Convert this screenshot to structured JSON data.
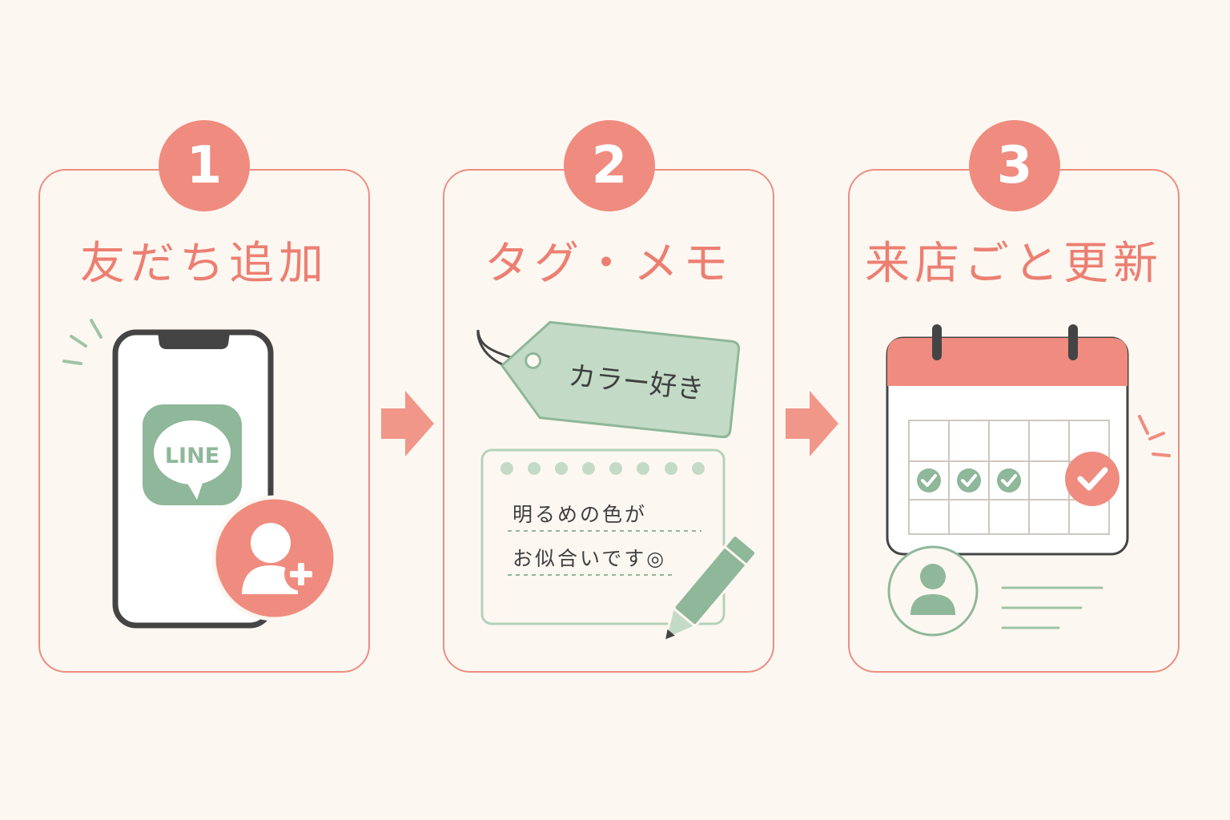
{
  "steps": [
    {
      "number": "1",
      "title": "友だち追加"
    },
    {
      "number": "2",
      "title": "タグ・メモ"
    },
    {
      "number": "3",
      "title": "来店ごと更新"
    }
  ],
  "line_logo": "LINE",
  "tag_text": "カラー好き",
  "memo_lines": [
    "明るめの色が",
    "お似合いです◎"
  ],
  "colors": {
    "accent": "#ef8c7f",
    "green": "#8fb79a",
    "green_light": "#c3dbc6",
    "background": "#fdf7f1",
    "dark": "#3f3f3f"
  },
  "icons": {
    "step1": [
      "smartphone-icon",
      "line-logo-icon",
      "add-friend-icon"
    ],
    "step2": [
      "tag-icon",
      "memo-note-icon",
      "pencil-icon"
    ],
    "step3": [
      "calendar-icon",
      "check-icon",
      "customer-profile-icon"
    ]
  }
}
